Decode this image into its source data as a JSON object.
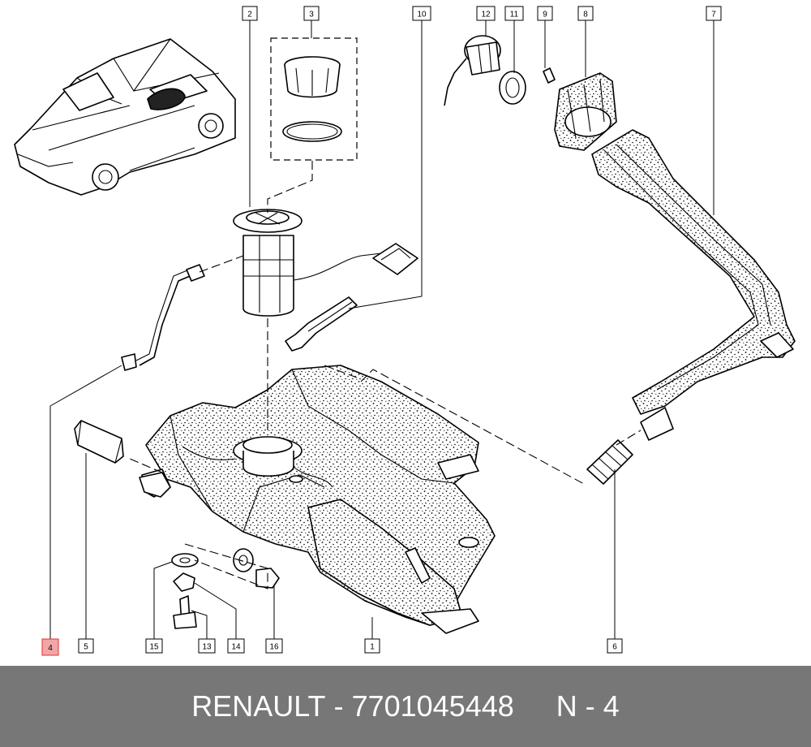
{
  "callouts": [
    {
      "label": "1"
    },
    {
      "label": "2"
    },
    {
      "label": "3"
    },
    {
      "label": "4"
    },
    {
      "label": "5"
    },
    {
      "label": "6"
    },
    {
      "label": "7"
    },
    {
      "label": "8"
    },
    {
      "label": "9"
    },
    {
      "label": "10"
    },
    {
      "label": "11"
    },
    {
      "label": "12"
    },
    {
      "label": "13"
    },
    {
      "label": "14"
    },
    {
      "label": "15"
    },
    {
      "label": "16"
    }
  ],
  "highlight": {
    "label": "4",
    "color": "#e03030"
  },
  "footer": {
    "brand": "RENAULT",
    "separator": "-",
    "part_number": "7701045448",
    "position": "N - 4",
    "background": "#777777"
  }
}
